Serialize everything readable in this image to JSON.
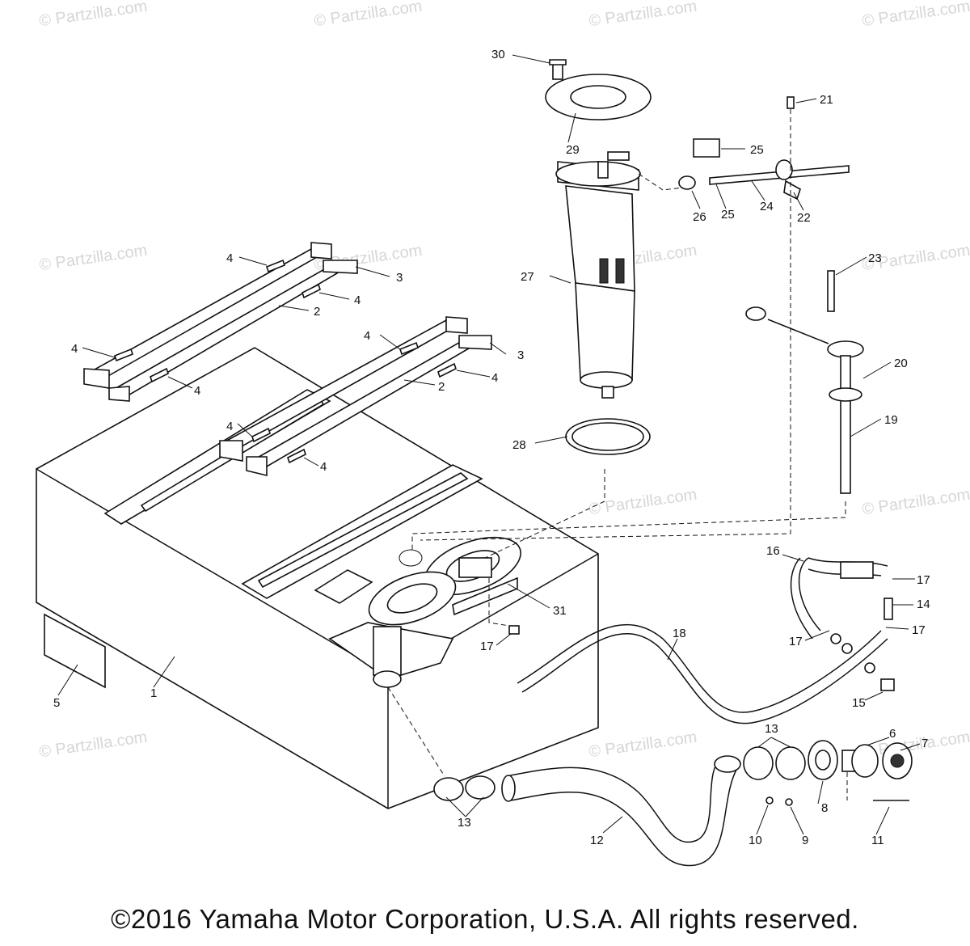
{
  "watermark_text": "© Partzilla.com",
  "copyright": "©2016 Yamaha Motor Corporation, U.S.A. All rights reserved.",
  "callouts": [
    "1",
    "2",
    "2",
    "3",
    "3",
    "4",
    "4",
    "4",
    "4",
    "4",
    "4",
    "4",
    "4",
    "5",
    "6",
    "7",
    "8",
    "9",
    "10",
    "11",
    "12",
    "13",
    "13",
    "14",
    "15",
    "16",
    "17",
    "17",
    "17",
    "17",
    "18",
    "19",
    "20",
    "21",
    "22",
    "23",
    "24",
    "25",
    "25",
    "26",
    "27",
    "28",
    "29",
    "30",
    "31"
  ]
}
